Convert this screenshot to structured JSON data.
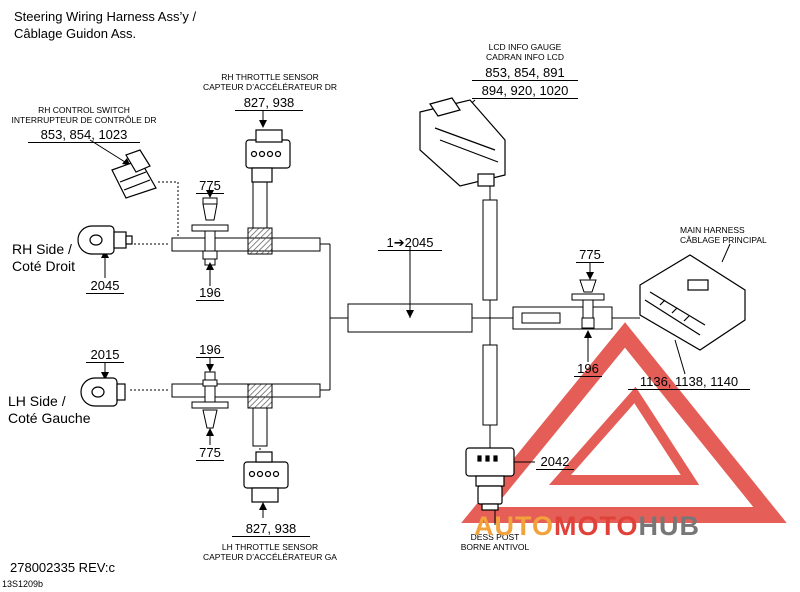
{
  "title": {
    "line1": "Steering Wiring Harness Ass’y /",
    "line2": "Câblage Guidon Ass."
  },
  "components": {
    "lcd_gauge": {
      "name_en": "LCD INFO GAUGE",
      "name_fr": "CADRAN INFO LCD",
      "parts_line1": "853, 854, 891",
      "parts_line2": "894, 920, 1020"
    },
    "rh_throttle_sensor": {
      "name_en": "RH THROTTLE SENSOR",
      "name_fr": "CAPTEUR D’ACCÉLÉRATEUR DR",
      "parts": "827, 938"
    },
    "rh_control_switch": {
      "name_en": "RH CONTROL SWITCH",
      "name_fr": "INTERRUPTEUR DE CONTRÔLE DR",
      "parts": "853, 854, 1023"
    },
    "main_harness": {
      "name_en": "MAIN HARNESS",
      "name_fr": "CÂBLAGE PRINCIPAL",
      "parts": "1136, 1138, 1140"
    },
    "lh_throttle_sensor": {
      "name_en": "LH THROTTLE SENSOR",
      "name_fr": "CAPTEUR D’ACCÉLÉRATEUR GA",
      "parts": "827, 938"
    },
    "dess_post": {
      "name_en": "DESS POST",
      "name_fr": "BORNE ANTIVOL",
      "parts": "2042"
    }
  },
  "sides": {
    "rh": {
      "line1": "RH Side /",
      "line2": "Coté Droit",
      "cap_part": "2045"
    },
    "lh": {
      "line1": "LH Side /",
      "line2": "Coté Gauche",
      "cap_part": "2015"
    }
  },
  "callouts": {
    "rh_clip_top": "775",
    "rh_clip_bottom": "196",
    "lh_clip_top": "196",
    "lh_clip_bottom": "775",
    "main_clip_top": "775",
    "main_clip_bottom": "196",
    "harness_tape": "1➔2045"
  },
  "footer": {
    "doc_number": "278002335 REV:c",
    "figure_id": "13S1209b"
  },
  "watermark": {
    "part1": "AUTO",
    "part2": "MOTO",
    "part3": "HUB"
  },
  "colors": {
    "line": "#000000",
    "hatch": "#555555",
    "watermark_red": "#e0423a",
    "watermark_orange": "#f2a23a",
    "watermark_gray": "#777777"
  }
}
